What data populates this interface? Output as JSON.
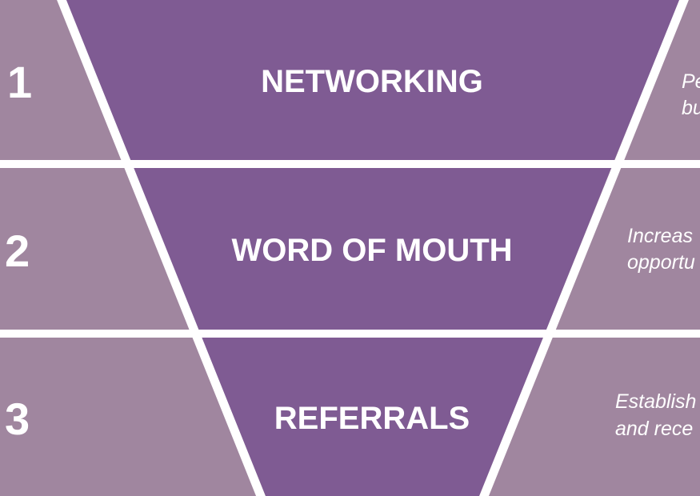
{
  "colors": {
    "background": "#ffffff",
    "side_panel": "#a0869f",
    "funnel": "#7f5b93",
    "text": "#ffffff"
  },
  "stages": [
    {
      "number": "1",
      "title": "NETWORKING",
      "description_lines": [
        "Pe",
        "bu"
      ]
    },
    {
      "number": "2",
      "title": "WORD OF MOUTH",
      "description_lines": [
        "Increas",
        "opportu"
      ]
    },
    {
      "number": "3",
      "title": "REFERRALS",
      "description_lines": [
        "Establish",
        "and rece"
      ]
    }
  ]
}
